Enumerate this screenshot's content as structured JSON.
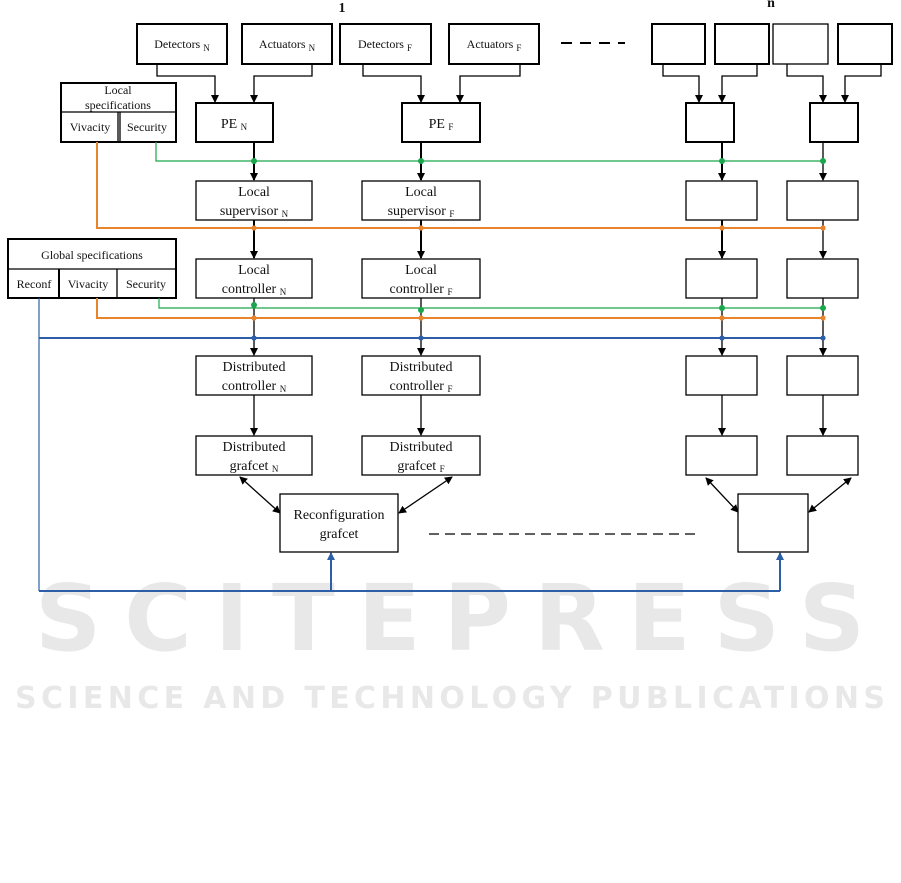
{
  "column_labels": {
    "first": "1",
    "last": "n"
  },
  "inputs": {
    "detectors_n": {
      "label": "Detectors",
      "sub": "N"
    },
    "actuators_n": {
      "label": "Actuators",
      "sub": "N"
    },
    "detectors_f": {
      "label": "Detectors",
      "sub": "F"
    },
    "actuators_f": {
      "label": "Actuators",
      "sub": "F"
    }
  },
  "pe_n": {
    "label": "PE",
    "sub": "N"
  },
  "pe_f": {
    "label": "PE",
    "sub": "F"
  },
  "local_spec": {
    "title_1": "Local",
    "title_2": "specifications",
    "vivacity": "Vivacity",
    "security": "Security"
  },
  "global_spec": {
    "title": "Global specifications",
    "reconf": "Reconf",
    "vivacity": "Vivacity",
    "security": "Security"
  },
  "local_supervisor_n": {
    "line1": "Local",
    "line2": "supervisor",
    "sub": "N"
  },
  "local_supervisor_f": {
    "line1": "Local",
    "line2": "supervisor",
    "sub": "F"
  },
  "local_controller_n": {
    "line1": "Local",
    "line2": "controller",
    "sub": "N"
  },
  "local_controller_f": {
    "line1": "Local",
    "line2": "controller",
    "sub": "F"
  },
  "distributed_controller_n": {
    "line1": "Distributed",
    "line2": "controller",
    "sub": "N"
  },
  "distributed_controller_f": {
    "line1": "Distributed",
    "line2": "controller",
    "sub": "F"
  },
  "distributed_grafcet_n": {
    "line1": "Distributed",
    "line2": "grafcet",
    "sub": "N"
  },
  "distributed_grafcet_f": {
    "line1": "Distributed",
    "line2": "grafcet",
    "sub": "F"
  },
  "reconfiguration_grafcet": {
    "line1": "Reconfiguration",
    "line2": "grafcet"
  },
  "watermark": {
    "line1": "SCITEPRESS",
    "line2": "SCIENCE AND TECHNOLOGY PUBLICATIONS"
  },
  "colors": {
    "security": "#1aa64a",
    "vivacity": "#e8842c",
    "reconf": "#2d5fa8"
  }
}
